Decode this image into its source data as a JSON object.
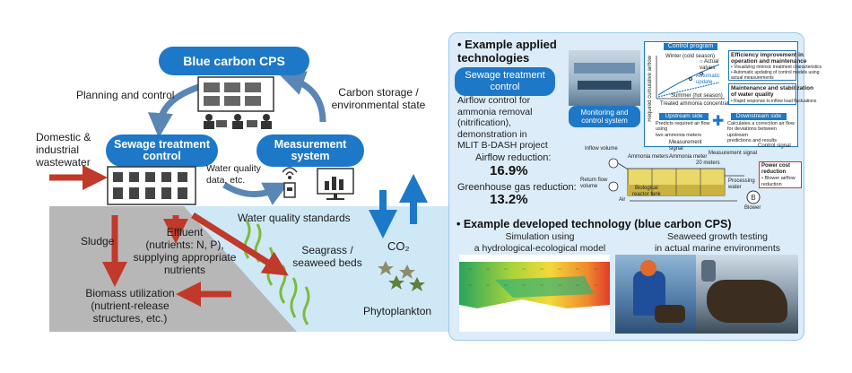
{
  "left": {
    "cps_title": "Blue carbon CPS",
    "planning": "Planning and control",
    "carbon_storage": "Carbon storage /\nenvironmental state",
    "domestic": "Domestic &\nindustrial\nwastewater",
    "sewage_control": "Sewage treatment\ncontrol",
    "measurement": "Measurement\nsystem",
    "water_quality_data": "Water quality\ndata, etc.",
    "water_quality_standards": "Water quality standards",
    "sludge": "Sludge",
    "effluent": "Effluent\n(nutrients: N, P),\nsupplying appropriate\nnutrients",
    "seagrass": "Seagrass /\nseaweed beds",
    "co2": "CO₂",
    "biomass": "Biomass utilization\n(nutrient-release\nstructures, etc.)",
    "phytoplankton": "Phytoplankton"
  },
  "right": {
    "applied_title": "• Example applied\n   technologies",
    "sewage_chip": "Sewage treatment\ncontrol",
    "airflow_desc": "Airflow control for\nammonia removal\n(nitrification),\ndemonstration in\nMLIT B-DASH project",
    "airflow_label": "Airflow reduction:",
    "airflow_value": "16.9%",
    "ghg_label": "Greenhouse gas reduction:",
    "ghg_value": "13.2%",
    "monitoring_chip": "Monitoring and\ncontrol system",
    "control_program": "Control program",
    "efficiency_title": "Efficiency improvement in\noperation and maintenance",
    "efficiency_items": "• Visualizing intrinsic treatment characteristics\n• Automatic updating of control models using\n  actual measurements",
    "maintenance_title": "Maintenance and stabilization\nof water quality",
    "maintenance_items": "• Rapid response to inflow load fluctuations",
    "upstream": "Upstream side",
    "downstream": "Downstream side",
    "upstream_desc": "Predicts required air flow using\ntwo ammonia meters",
    "downstream_desc": "Calculates a correction air flow\nfor deviations between upstream\npredictions and results",
    "winter": "Winter (cold season)",
    "summer": "Summer (hot season)",
    "actual_values": "○ Actual\n  values",
    "auto_update": "Automatic\nupdate",
    "treated_ammonia": "Treated ammonia concentration",
    "req_airflow": "Required cumulative airflow",
    "measurement_signal": "Measurement\nsignal",
    "control_signal": "Control signal",
    "inflow_volume": "Inflow volume",
    "ammonia_meters": "Ammonia meters",
    "ammonia_meter": "Ammonia meter",
    "meas_signal2": "Measurement signal",
    "twenty_meters": "20 meters",
    "return_flow": "Return flow\nvolume",
    "bio_tank": "Biological\nreactor tank",
    "air": "Air",
    "processing_water": "Processing\nwater",
    "blower": "Blower",
    "power_cost": "Power cost\nreduction",
    "power_cost_item": "• Blower airflow\n  reduction",
    "developed_title": "• Example developed technology (blue carbon CPS)",
    "sim_caption": "Simulation using\na hydrological-ecological model",
    "seaweed_caption": "Seaweed growth testing\nin actual marine environments"
  },
  "colors": {
    "blue": "#1e78c8",
    "red_arrow": "#c0392b",
    "ground": "#b7b7b7",
    "water": "#cfe8f6",
    "panel": "#dcecf8"
  },
  "icons": [
    "building-icon",
    "people-at-computers-icon",
    "sensor-icon",
    "monitor-chart-icon",
    "phytoplankton-icon",
    "seagrass-icon"
  ]
}
